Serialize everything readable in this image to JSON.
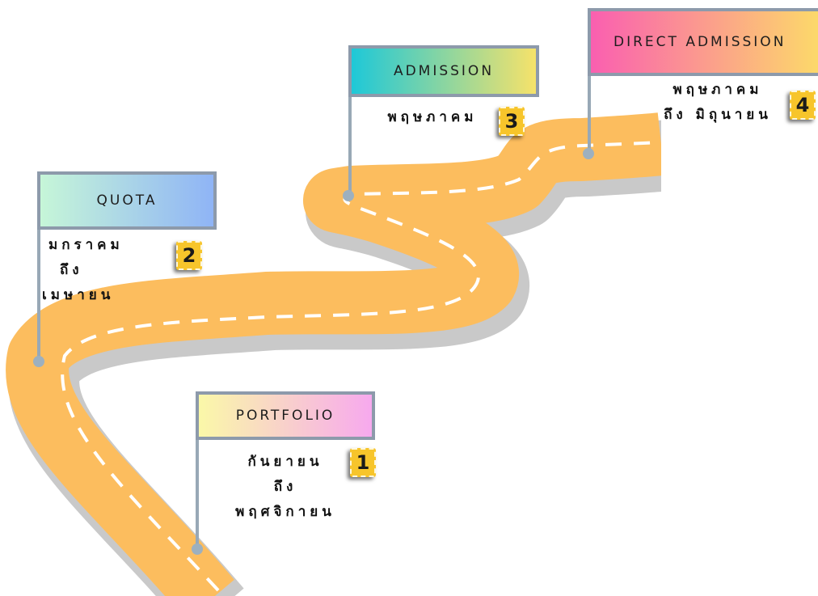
{
  "milestones": [
    {
      "step": "1",
      "flag_label": "PORTFOLIO",
      "period_lines": [
        "กันยายน",
        "ถึง",
        "พฤศจิกายน"
      ],
      "gradient": [
        "#faf8a8",
        "#f7a9ee"
      ]
    },
    {
      "step": "2",
      "flag_label": "QUOTA",
      "period_lines": [
        "มกราคม",
        "ถึง",
        "เมษายน"
      ],
      "gradient": [
        "#c6f6d8",
        "#8fb4f6"
      ]
    },
    {
      "step": "3",
      "flag_label": "ADMISSION",
      "period_lines": [
        "พฤษภาคม"
      ],
      "gradient": [
        "#1ec8d8",
        "#f6e26a"
      ]
    },
    {
      "step": "4",
      "flag_label": "DIRECT ADMISSION",
      "period_lines": [
        "พฤษภาคม",
        "ถึง มิถุนายน"
      ],
      "gradient": [
        "#fa5fb0",
        "#fcd96a"
      ]
    }
  ],
  "colors": {
    "road": "#fcbd5e",
    "road_shadow": "#c9c9c9",
    "lane_marking": "#ffffff",
    "pole": "#98a8b6",
    "badge": "#f7c52b"
  }
}
